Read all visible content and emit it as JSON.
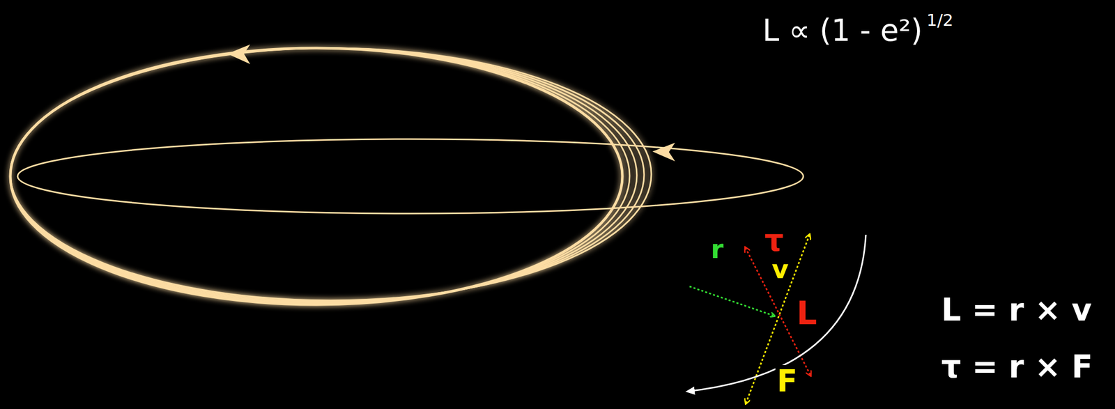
{
  "diagram": {
    "labels": [
      "L ∝ (1 - e²)",
      "1/2",
      "L = r × v",
      "τ = r × F",
      "r",
      "τ",
      "v",
      "L",
      "F"
    ]
  }
}
